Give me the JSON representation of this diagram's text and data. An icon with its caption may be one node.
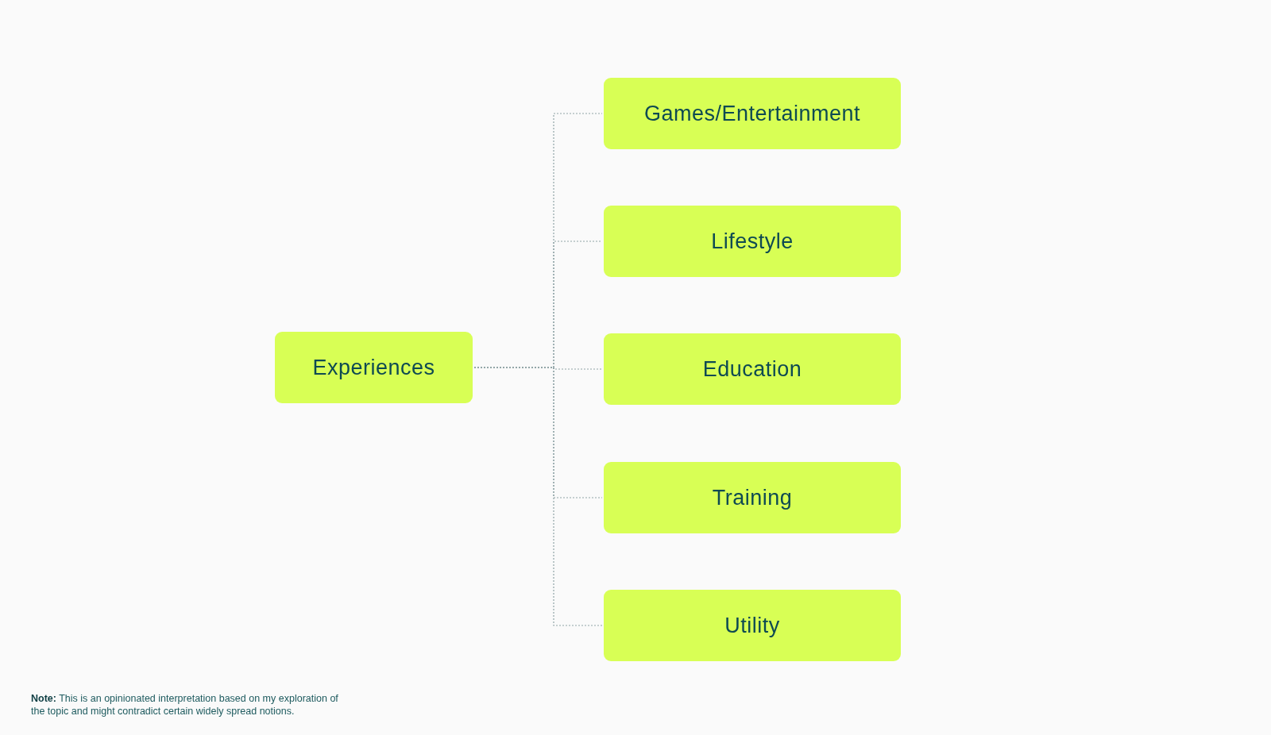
{
  "diagram": {
    "nodes": [
      {
        "text": [
          "Experiences"
        ]
      },
      {
        "text": [
          "Games/Entertainment"
        ]
      },
      {
        "text": [
          "Lifestyle"
        ]
      },
      {
        "text": [
          "Education"
        ]
      },
      {
        "text": [
          "Training"
        ]
      },
      {
        "text": [
          "Utility"
        ]
      }
    ],
    "edges": [
      {
        "from": 0,
        "to": 1,
        "arrow": "none",
        "style": "dashed"
      },
      {
        "from": 0,
        "to": 2,
        "arrow": "none",
        "style": "dashed"
      },
      {
        "from": 0,
        "to": 3,
        "arrow": "none",
        "style": "dashed"
      },
      {
        "from": 0,
        "to": 4,
        "arrow": "none",
        "style": "dashed"
      },
      {
        "from": 0,
        "to": 5,
        "arrow": "none",
        "style": "dashed"
      }
    ],
    "labels": [
      "**Note:** This is an opinionated interpretation based on my exploration of the topic and might contradict certain widely spread notions."
    ]
  }
}
